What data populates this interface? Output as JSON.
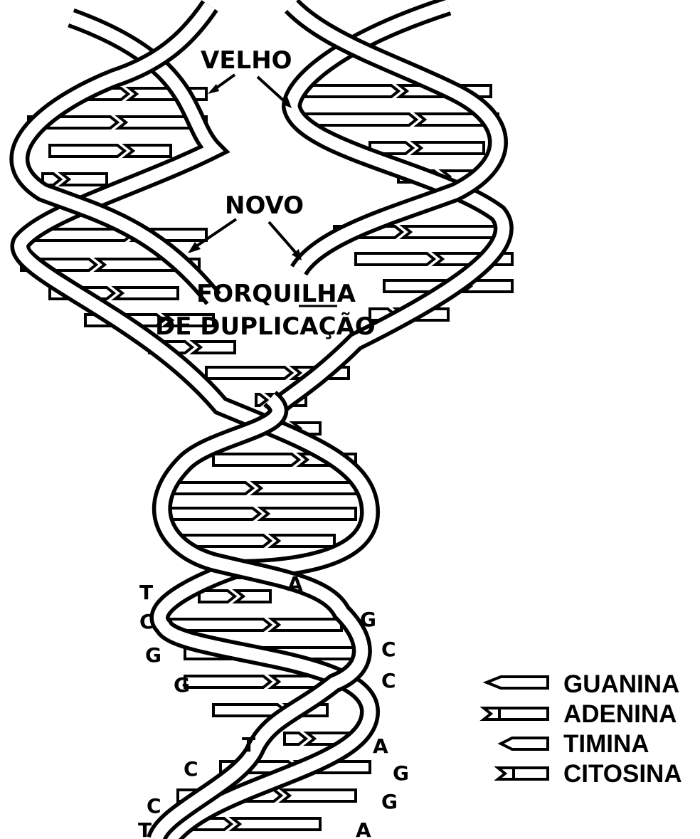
{
  "labels": {
    "old": "VELHO",
    "new": "NOVO",
    "fork_line1": "FORQUILHA",
    "fork_line2": "DE DUPLICAÇÃO"
  },
  "legend": [
    {
      "symbol": "guanina",
      "label": "GUANINA"
    },
    {
      "symbol": "adenina",
      "label": "ADENINA"
    },
    {
      "symbol": "timina",
      "label": "TIMINA"
    },
    {
      "symbol": "citosina",
      "label": "CITOSINA"
    }
  ],
  "base_letters": {
    "left": [
      "T",
      "C",
      "G",
      "G",
      "C",
      "C",
      "T"
    ],
    "right": [
      "G",
      "C",
      "C",
      "A",
      "G",
      "G",
      "A"
    ],
    "middle": [
      "A",
      "T"
    ]
  }
}
